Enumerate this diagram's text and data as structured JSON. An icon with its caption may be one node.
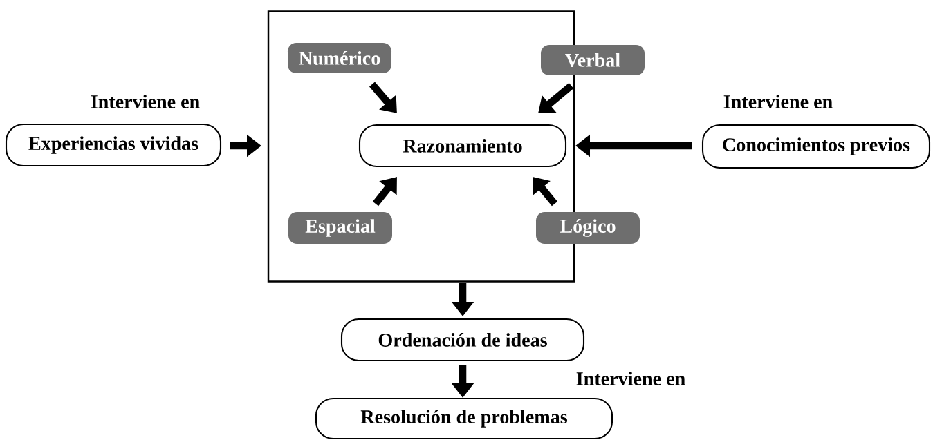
{
  "diagram": {
    "nodes": [
      {
        "text": [],
        "shape": "box"
      },
      {
        "text": [
          "Numérico"
        ],
        "in": 0
      },
      {
        "text": [
          "Verbal"
        ]
      },
      {
        "text": [
          "Razonamiento"
        ],
        "in": 0
      },
      {
        "text": [
          "Espacial"
        ],
        "in": 0
      },
      {
        "text": [
          "Lógico"
        ]
      },
      {
        "text": [
          "Experiencias vividas"
        ],
        "beside": [
          "Interviene en"
        ]
      },
      {
        "text": [
          "Conocimientos previos"
        ],
        "beside": [
          "Interviene en"
        ]
      },
      {
        "text": [
          "Ordenación de ideas"
        ]
      },
      {
        "text": [
          "Resolución de problemas"
        ]
      }
    ],
    "edges": [
      {
        "from": 1,
        "to": 3,
        "arrow": "to"
      },
      {
        "from": 2,
        "to": 3,
        "arrow": "to"
      },
      {
        "from": 4,
        "to": 3,
        "arrow": "to"
      },
      {
        "from": 5,
        "to": 3,
        "arrow": "to"
      },
      {
        "from": 6,
        "to": 0,
        "arrow": "to"
      },
      {
        "from": 7,
        "to": 0,
        "arrow": "to"
      },
      {
        "from": 0,
        "to": 8,
        "arrow": "to"
      },
      {
        "from": 8,
        "to": 9,
        "arrow": "to"
      }
    ],
    "labels": [
      "Interviene en"
    ]
  }
}
